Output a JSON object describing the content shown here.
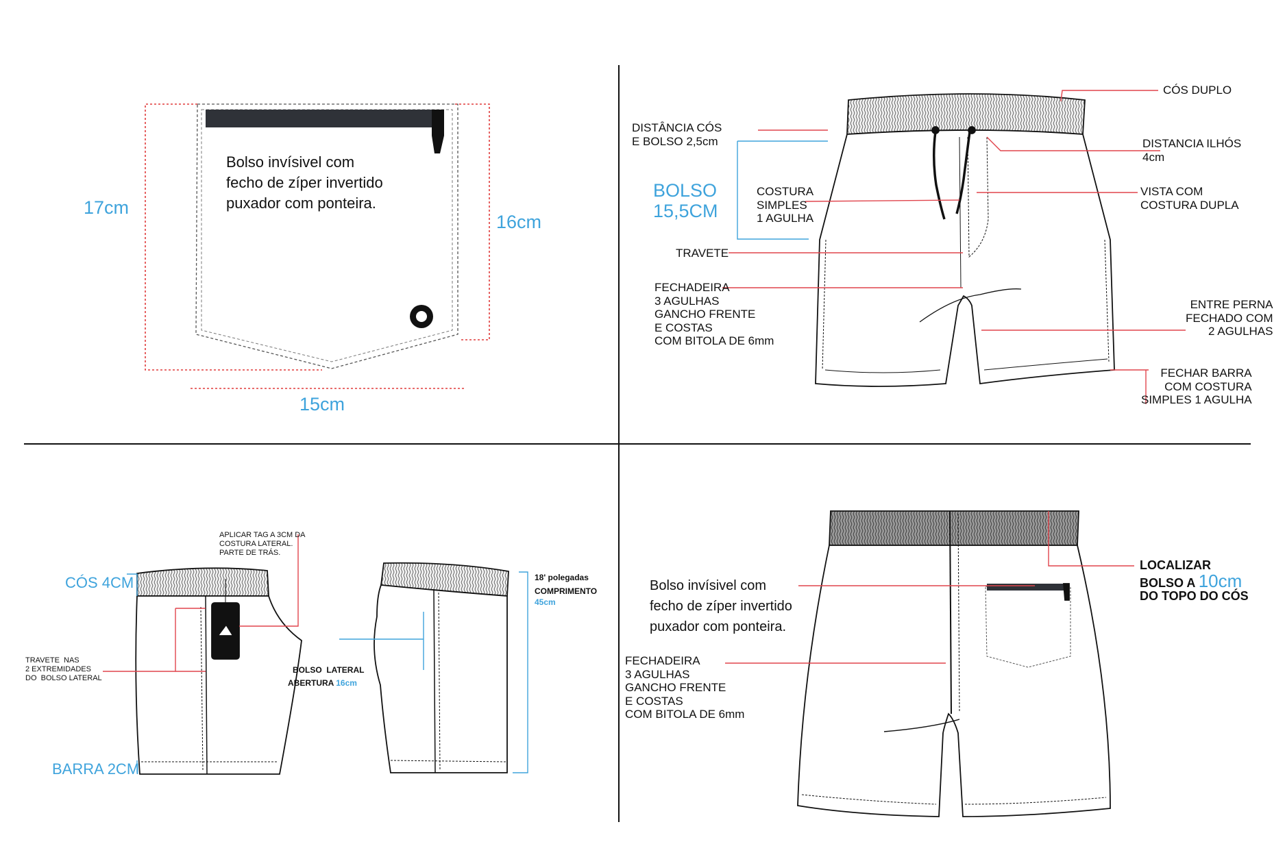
{
  "colors": {
    "line": "#111111",
    "accent_blue": "#3ea3dc",
    "leader_red": "#e0444c",
    "dim_red": "#e03a3a",
    "band_gray": "#9a9a9a"
  },
  "pocket_detail": {
    "description": "Bolso invísivel com\nfecho de zíper invertido\npuxador com ponteira.",
    "height_outer": "17cm",
    "height_inner": "16cm",
    "width": "15cm"
  },
  "front_view": {
    "cos_duplo": "CÓS DUPLO",
    "distancia_cos": "DISTÂNCIA CÓS\nE BOLSO 2,5cm",
    "distancia_ilhos": "DISTANCIA ILHÓS\n4cm",
    "bolso": "BOLSO\n15,5CM",
    "costura_simples": "COSTURA\nSIMPLES\n1 AGULHA",
    "vista": "VISTA COM\nCOSTURA DUPLA",
    "travete": "TRAVETE",
    "fechadeira": "FECHADEIRA\n3 AGULHAS\nGANCHO FRENTE\nE COSTAS\nCOM BITOLA DE 6mm",
    "entre_perna": "ENTRE PERNA\nFECHADO COM\n2 AGULHAS",
    "fechar_barra": "FECHAR BARRA\nCOM COSTURA\nSIMPLES 1 AGULHA"
  },
  "side_views": {
    "cos": "CÓS 4CM",
    "aplicar_tag": "APLICAR TAG A 3CM DA\nCOSTURA LATERAL.\nPARTE DE TRÁS.",
    "travete": "TRAVETE  NAS\n2 EXTREMIDADES\nDO  BOLSO LATERAL",
    "barra": "BARRA 2CM",
    "length_label": "18' polegadas\nCOMPRIMENTO",
    "length_value": "45cm",
    "bolso_lateral": "BOLSO  LATERAL",
    "abertura": "ABERTURA",
    "abertura_value": "16cm"
  },
  "back_view": {
    "bolso": "Bolso invísivel com\nfecho de zíper invertido\npuxador com ponteira.",
    "fechadeira": "FECHADEIRA\n3 AGULHAS\nGANCHO FRENTE\nE COSTAS\nCOM BITOLA DE 6mm",
    "localizar_1": "LOCALIZAR",
    "localizar_2": "BOLSO A",
    "localizar_value": "10cm",
    "localizar_3": "DO TOPO DO CÓS"
  }
}
